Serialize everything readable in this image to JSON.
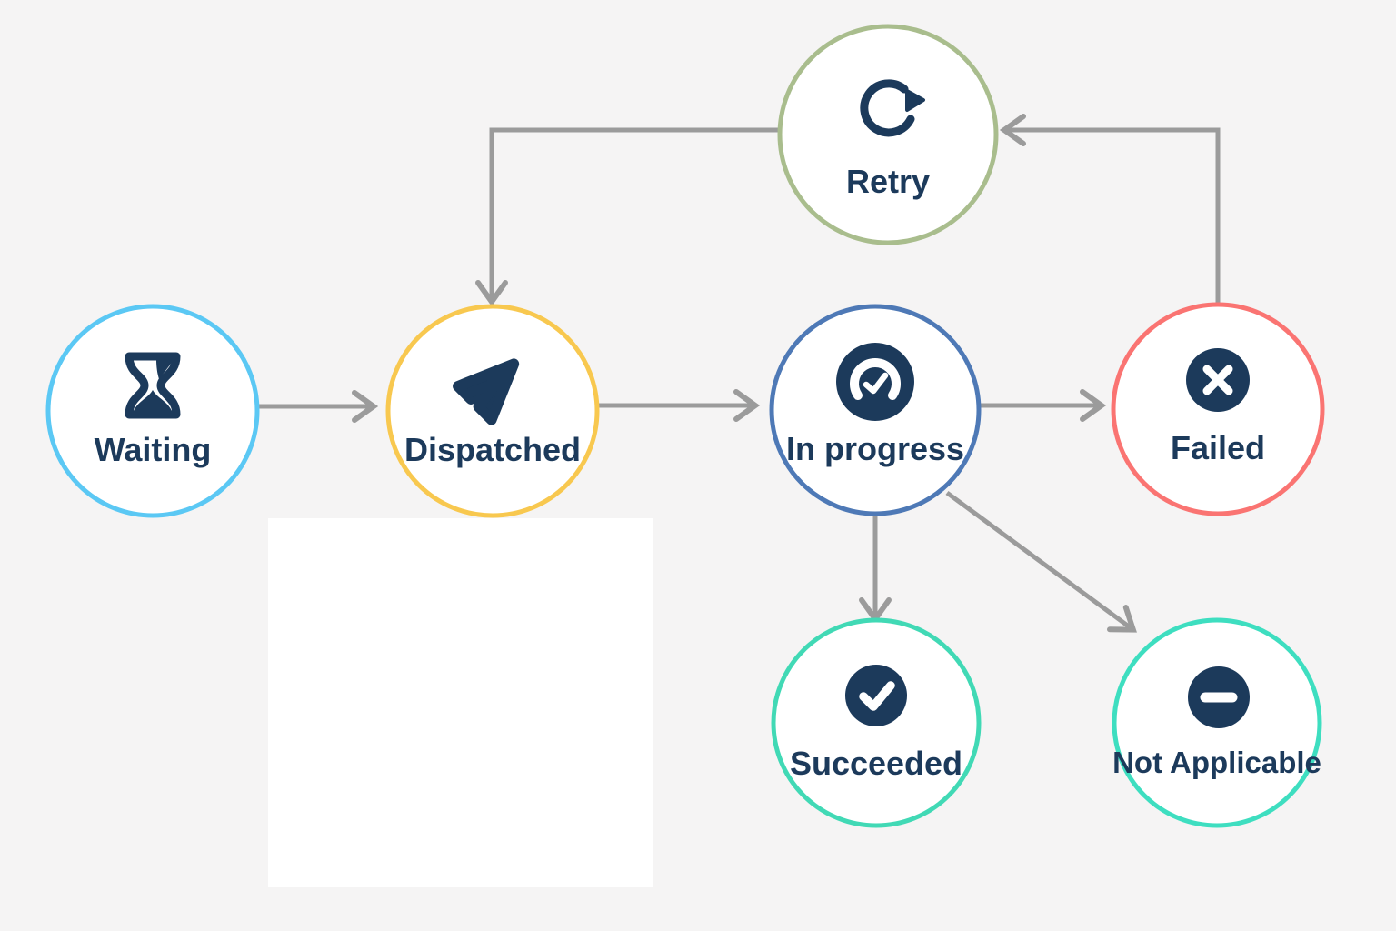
{
  "diagram": {
    "title": "task-state-flow",
    "background_color": "#F5F4F4",
    "white_patch_color": "#FFFFFF",
    "arrow_color": "#9B9B9B",
    "label_color": "#1C3A5B",
    "icon_color": "#1C3A5B",
    "node_fill_color": "#FFFFFF",
    "nodes": [
      {
        "id": "waiting",
        "label": "Waiting",
        "border_color": "#5BC8F4",
        "icon": "hourglass-icon"
      },
      {
        "id": "dispatched",
        "label": "Dispatched",
        "border_color": "#F8C84F",
        "icon": "send-icon"
      },
      {
        "id": "in_progress",
        "label": "In progress",
        "border_color": "#4E79B6",
        "icon": "gauge-icon"
      },
      {
        "id": "failed",
        "label": "Failed",
        "border_color": "#FA7472",
        "icon": "x-circle-icon"
      },
      {
        "id": "retry",
        "label": "Retry",
        "border_color": "#A9BD8D",
        "icon": "refresh-icon"
      },
      {
        "id": "succeeded",
        "label": "Succeeded",
        "border_color": "#41D9B5",
        "icon": "check-circle-icon"
      },
      {
        "id": "not_applicable",
        "label": "Not Applicable",
        "border_color": "#3EDEC0",
        "icon": "minus-circle-icon"
      }
    ],
    "edges": [
      {
        "from": "waiting",
        "to": "dispatched"
      },
      {
        "from": "dispatched",
        "to": "in_progress"
      },
      {
        "from": "in_progress",
        "to": "failed"
      },
      {
        "from": "failed",
        "to": "retry"
      },
      {
        "from": "retry",
        "to": "dispatched"
      },
      {
        "from": "in_progress",
        "to": "succeeded"
      },
      {
        "from": "in_progress",
        "to": "not_applicable"
      }
    ]
  }
}
